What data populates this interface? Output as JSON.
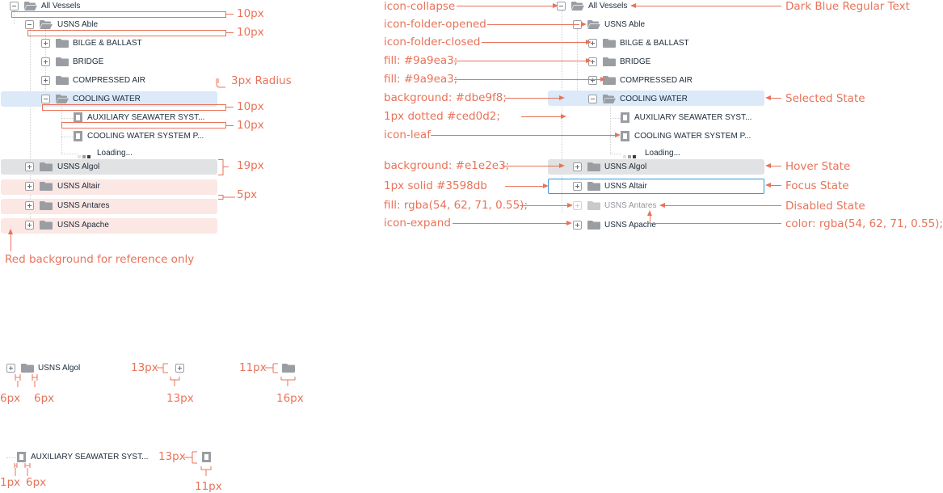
{
  "tree": {
    "root": "All Vessels",
    "able": "USNS Able",
    "bilge": "BILGE & BALLAST",
    "bridge": "BRIDGE",
    "compressed": "COMPRESSED AIR",
    "cooling": "COOLING WATER",
    "aux": "AUXILIARY SEAWATER SYST...",
    "cws": "COOLING WATER SYSTEM P...",
    "loading": "Loading...",
    "algol": "USNS Algol",
    "altair": "USNS Altair",
    "antares": "USNS Antares",
    "apache": "USNS Apache"
  },
  "left_annotations": {
    "d1": "10px",
    "d2": "10px",
    "radius": "3px Radius",
    "d3": "10px",
    "d4": "10px",
    "d5": "19px",
    "d6": "5px",
    "red_note": "Red background for reference only"
  },
  "right_annotations_left": {
    "collapse": "icon-collapse",
    "folder_opened": "icon-folder-opened",
    "folder_closed": "icon-folder-closed",
    "fill1": "fill: #9a9ea3;",
    "fill2": "fill: #9a9ea3;",
    "bg_selected": "background: #dbe9f8;",
    "dotted": "1px dotted #ced0d2;",
    "leaf": "icon-leaf",
    "bg_hover": "background: #e1e2e3;",
    "solid": "1px solid #3598db",
    "fill_disabled": "fill: rgba(54, 62, 71, 0.55);",
    "expand": "icon-expand"
  },
  "right_annotations_right": {
    "dark_blue": "Dark Blue Regular Text",
    "selected": "Selected State",
    "hover": "Hover State",
    "focus": "Focus State",
    "disabled": "Disabled State",
    "color_disabled": "color: rgba(54, 62, 71, 0.55);"
  },
  "spacing_annotations": {
    "a_6px_1": "6px",
    "a_6px_2": "6px",
    "a_13px_1": "13px",
    "a_13px_2": "13px",
    "a_11px_1": "11px",
    "a_16px": "16px",
    "b_1px": "1px",
    "b_6px": "6px",
    "b_13px": "13px",
    "b_11px": "11px"
  },
  "colors": {
    "selected_bg": "#dbe9f8",
    "hover_bg": "#e1e2e3",
    "reference_red": "#fbe7e4",
    "focus_border": "#3598db",
    "icon_fill": "#9a9ea3",
    "dotted_line": "#ced0d2",
    "annotation": "#e8735a"
  },
  "icons": [
    "collapse-icon",
    "expand-icon",
    "folder-opened-icon",
    "folder-closed-icon",
    "leaf-icon"
  ]
}
